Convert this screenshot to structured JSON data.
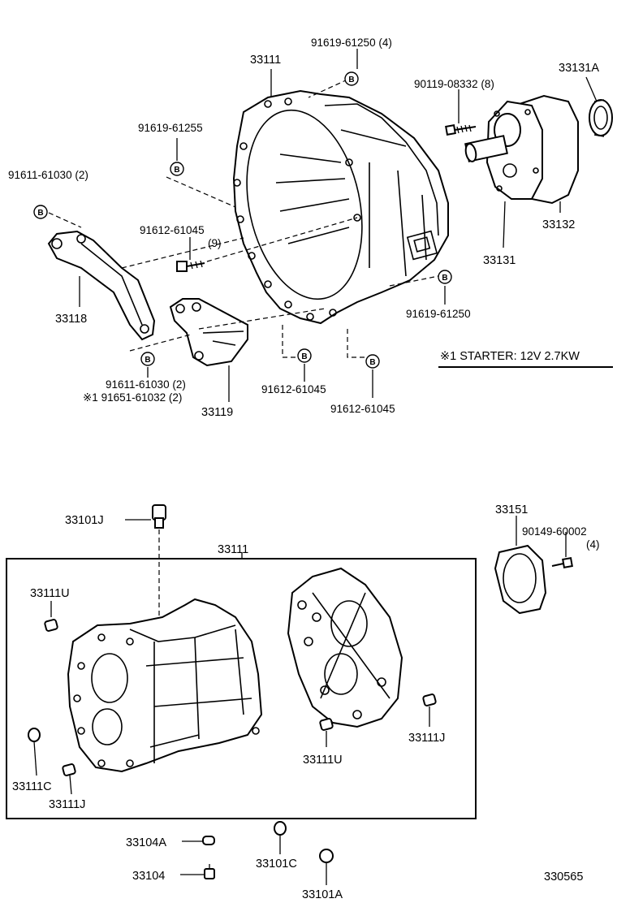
{
  "labels": {
    "p33111_top": "33111",
    "p91619_61250_4": "91619-61250 (4)",
    "p33131a": "33131A",
    "p90119_08332": "90119-08332 (8)",
    "p91619_61255": "91619-61255",
    "p91611_61030_2_a": "91611-61030 (2)",
    "p91612_61045_9": "91612-61045",
    "p9_qty": "(9)",
    "p33132": "33132",
    "p33131": "33131",
    "p33118": "33118",
    "p91619_61250": "91619-61250",
    "p91611_61030_2_b": "91611-61030 (2)",
    "p91651_61032": "※1 91651-61032 (2)",
    "p33119": "33119",
    "p91612_61045_a": "91612-61045",
    "p91612_61045_b": "91612-61045",
    "starter_note": "※1 STARTER: 12V  2.7KW",
    "p33101j": "33101J",
    "p33151": "33151",
    "p90149_60002": "90149-60002",
    "p4_qty": "(4)",
    "p33111_box": "33111",
    "p33111u_a": "33111U",
    "p33111u_b": "33111U",
    "p33111j_a": "33111J",
    "p33111c": "33111C",
    "p33111j_b": "33111J",
    "p33104a": "33104A",
    "p33101c": "33101C",
    "p33104": "33104",
    "p33101a": "33101A",
    "diagram_number": "330565"
  },
  "bubble_letter": "B"
}
